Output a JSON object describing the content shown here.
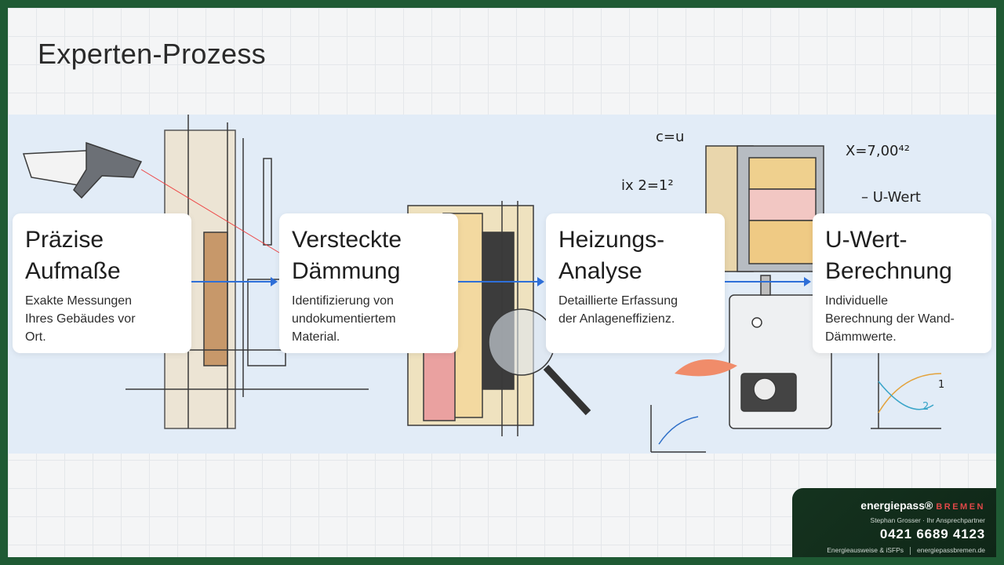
{
  "title": "Experten-Prozess",
  "steps": [
    {
      "heading": "Präzise\nAufmaße",
      "text": "Exakte Messungen\nIhres Gebäudes vor\nOrt."
    },
    {
      "heading": "Versteckte\nDämmung",
      "text": "Identifizierung von\nundokumentiertem\nMaterial."
    },
    {
      "heading": "Heizungs-\nAnalyse",
      "text": "Detaillierte Erfassung\nder Anlageneffizienz."
    },
    {
      "heading": "U-Wert-\nBerechnung",
      "text": "Individuelle\nBerechnung der Wand-\nDämmwerte."
    }
  ],
  "sketch_labels": {
    "formula_c": "c=u",
    "formula_ix": "ix 2=1²",
    "formula_x": "X=7,00⁴²",
    "u_wert": "– U-Wert",
    "graph_one": "1",
    "graph_two": "2"
  },
  "brand": {
    "name": "energiepass",
    "reg": "®",
    "city": "BREMEN",
    "contact": "Stephan Grosser · Ihr Ansprechpartner",
    "phone": "0421 6689 4123",
    "tagline": "Energieausweise & iSFPs",
    "website": "energiepassbremen.de"
  },
  "colors": {
    "frame": "#1f5a34",
    "arrow": "#2e6fd8",
    "band": "#e2ecf7",
    "brand_red": "#e04848"
  }
}
